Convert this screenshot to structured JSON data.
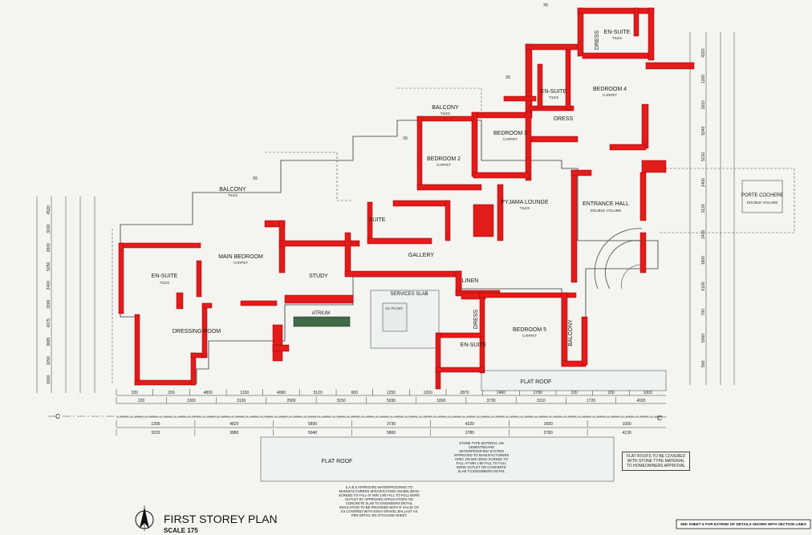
{
  "title": "FIRST STOREY PLAN",
  "scale": "SCALE 175",
  "rooms": [
    {
      "label": "BEDROOM 4",
      "sub": "CARPET"
    },
    {
      "label": "EN-SUITE",
      "sub": "TILES"
    },
    {
      "label": "DRESS",
      "sub": ""
    },
    {
      "label": "BEDROOM 3",
      "sub": "CARPET"
    },
    {
      "label": "BEDROOM 2",
      "sub": "CARPET"
    },
    {
      "label": "BALCONY",
      "sub": "TILES"
    },
    {
      "label": "PYJAMA LOUNGE",
      "sub": "TILES"
    },
    {
      "label": "ENTRANCE HALL",
      "sub": "DOUBLE VOLUME"
    },
    {
      "label": "PORTE COCHERE",
      "sub": "DOUBLE VOLUME"
    },
    {
      "label": "GALLERY",
      "sub": ""
    },
    {
      "label": "MAIN BEDROOM",
      "sub": "CARPET"
    },
    {
      "label": "STUDY",
      "sub": ""
    },
    {
      "label": "EN-SUITE",
      "sub": "TILES"
    },
    {
      "label": "DRESSING ROOM",
      "sub": ""
    },
    {
      "label": "ATRIUM",
      "sub": ""
    },
    {
      "label": "SERVICES SLAB",
      "sub": ""
    },
    {
      "label": "LINEN",
      "sub": ""
    },
    {
      "label": "BEDROOM 5",
      "sub": "CARPET"
    },
    {
      "label": "EN-SUITE",
      "sub": ""
    },
    {
      "label": "FLAT ROOF",
      "sub": ""
    },
    {
      "label": "FLAT ROOF",
      "sub": ""
    },
    {
      "label": "BALCONY",
      "sub": "TILES"
    },
    {
      "label": "BALCONY",
      "sub": ""
    },
    {
      "label": "DRESS",
      "sub": ""
    },
    {
      "label": "DRESS",
      "sub": ""
    },
    {
      "label": "EN-SUITE",
      "sub": "TILES"
    },
    {
      "label": "SUITE",
      "sub": ""
    },
    {
      "label": "AC PLANT",
      "sub": ""
    }
  ],
  "notes": {
    "flat_roof_stone": "FLAT ROOFS TO BE COVERED WITH STONE TYPE MATERIAL TO HOMEOWNERS APPROVAL",
    "sabs": "S.A.B.S APPROVED WATERPROOFING TO MANUFACTURERS SPECIFICATION ON MIN 30mm SCREED TO FALL AT MIN 1:80 FALL TO FULL BORE OUTLET BY APPROVED APPLICATORS ON CONCRETE SLAB TO ENGINEERS DETAIL INSULATION TO BE PROVIDED WITH R VALUE OF 3.5 COVERED WITH 40mm GRAVEL BALLAST AS PER DETAIL ON ATTACHED SHEET",
    "stone_type": "STONE TYPE MATERIAL ON CEMENTBOARD WATERPROOFING SYSTEM APPROVED TO MANUFACTURERS SPEC ON MIN 30mm SCREED TO FALL AT MIN 1:80 FALL TO FULL BORE OUTLET ON CONCRETE SLAB TO ENGINEERS DETAIL",
    "see_sheet": "SEE SHEET 6 FOR EXTEND OF DETAILS SHOWN WITH SECTION LINES"
  },
  "section_marks": [
    "C",
    "C"
  ],
  "grid_marks": [
    "X5",
    "X5",
    "X5",
    "X5"
  ],
  "dims_row1": [
    "220",
    "200",
    "4800",
    "1150",
    "4000",
    "5120",
    "600",
    "1250",
    "1200",
    "2870",
    "2460",
    "2780",
    "220",
    "200",
    "1000"
  ],
  "dims_row2": [
    "220",
    "1300",
    "3130",
    "2900",
    "3150",
    "5030",
    "1800",
    "3730",
    "3110",
    "1720",
    "4020"
  ],
  "dims_row3": [
    "1200",
    "4820",
    "5800",
    "3730",
    "4220",
    "1600",
    "1000"
  ],
  "dims_row4": [
    "3220",
    "3880",
    "5040",
    "5800",
    "2780",
    "2780",
    "4130"
  ],
  "dims_v_right": [
    "4320",
    "1200",
    "1810",
    "5240",
    "5210",
    "1400",
    "3120",
    "2400",
    "1800",
    "6100",
    "700",
    "5000",
    "500"
  ],
  "dims_v_left": [
    "4520",
    "3200",
    "2800",
    "5250",
    "2400",
    "3300",
    "4375",
    "3685",
    "1050",
    "1800"
  ]
}
